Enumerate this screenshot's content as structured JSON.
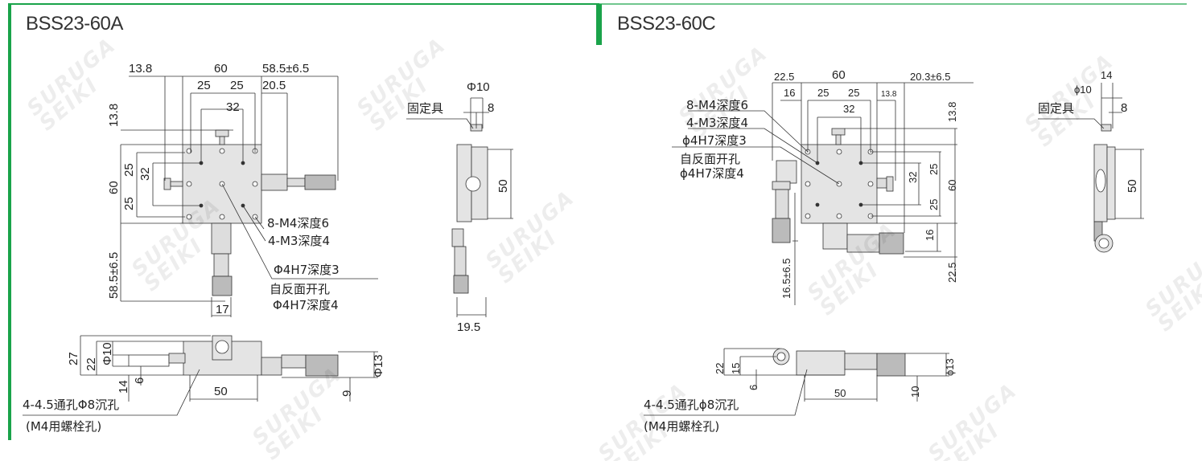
{
  "colors": {
    "accent": "#1aa34a",
    "part_fill": "#e4e4e4",
    "line": "#333333"
  },
  "watermark": {
    "line1": "SURUGA",
    "line2": "SEIKI"
  },
  "panel_a": {
    "title": "BSS23-60A",
    "top_dims": {
      "d13_8": "13.8",
      "d60": "60",
      "d58_5": "58.5±6.5",
      "d25a": "25",
      "d25b": "25",
      "d20_5": "20.5",
      "d32": "32"
    },
    "left_dims": {
      "d13_8": "13.8",
      "d60": "60",
      "d25a": "25",
      "d32": "32",
      "d25b": "25",
      "d58_5": "58.5±6.5",
      "d17": "17"
    },
    "callouts": {
      "m4": "8-M4深度6",
      "m3": "4-M3深度4",
      "h7a": "Φ4H7深度3",
      "back": "自反面开孔",
      "h7b": "Φ4H7深度4"
    },
    "side": {
      "phi10": "Φ10",
      "fixture": "固定具",
      "d8": "8",
      "d50": "50",
      "d19_5": "19.5"
    },
    "front": {
      "d27": "27",
      "d22": "22",
      "phi10": "Φ10",
      "d14": "14",
      "d6": "6",
      "d50": "50",
      "phi13": "Φ13",
      "d9": "9",
      "hole_note": "4-4.5通孔Φ8沉孔",
      "bolt_note": "(M4用螺栓孔)"
    }
  },
  "panel_c": {
    "title": "BSS23-60C",
    "top_dims": {
      "d22_5": "22.5",
      "d60": "60",
      "d20_3": "20.3±6.5",
      "d16": "16",
      "d25a": "25",
      "d25b": "25",
      "d13_8s": "13.8",
      "d32": "32"
    },
    "right_dims": {
      "d13_8": "13.8",
      "d32": "32",
      "d25a": "25",
      "d60": "60",
      "d25b": "25",
      "d16": "16",
      "d22_5": "22.5",
      "d16_5": "16.5±6.5"
    },
    "callouts": {
      "m4": "8-M4深度6",
      "m3": "4-M3深度4",
      "h7a": "ϕ4H7深度3",
      "back": "自反面开孔",
      "h7b": "ϕ4H7深度4"
    },
    "side": {
      "d14": "14",
      "phi10": "ϕ10",
      "fixture": "固定具",
      "d8": "8",
      "d50": "50"
    },
    "front": {
      "d22": "22",
      "d15": "15",
      "d6": "6",
      "d50": "50",
      "phi13": "ϕ13",
      "d10": "10",
      "hole_note": "4-4.5通孔ϕ8沉孔",
      "bolt_note": "(M4用螺栓孔)"
    }
  }
}
